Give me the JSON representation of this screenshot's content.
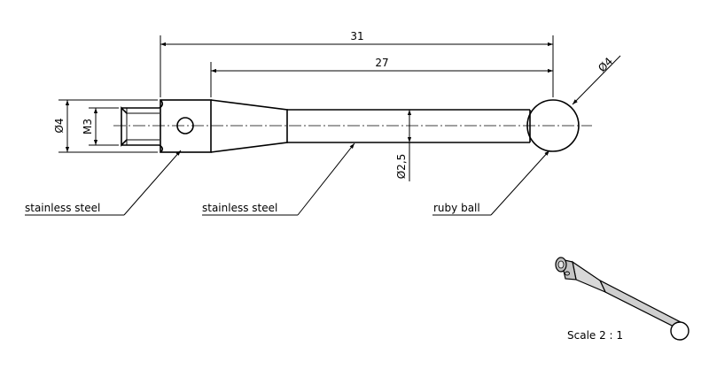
{
  "dimensions": {
    "total_length": "31",
    "stem_length": "27",
    "ball_diameter": "Ø4",
    "body_diameter": "Ø4",
    "thread": "M3",
    "stem_diameter": "Ø2,5"
  },
  "callouts": {
    "body_material": "stainless steel",
    "stem_material": "stainless steel",
    "tip_material": "ruby ball"
  },
  "scale_label": "Scale 2 : 1"
}
